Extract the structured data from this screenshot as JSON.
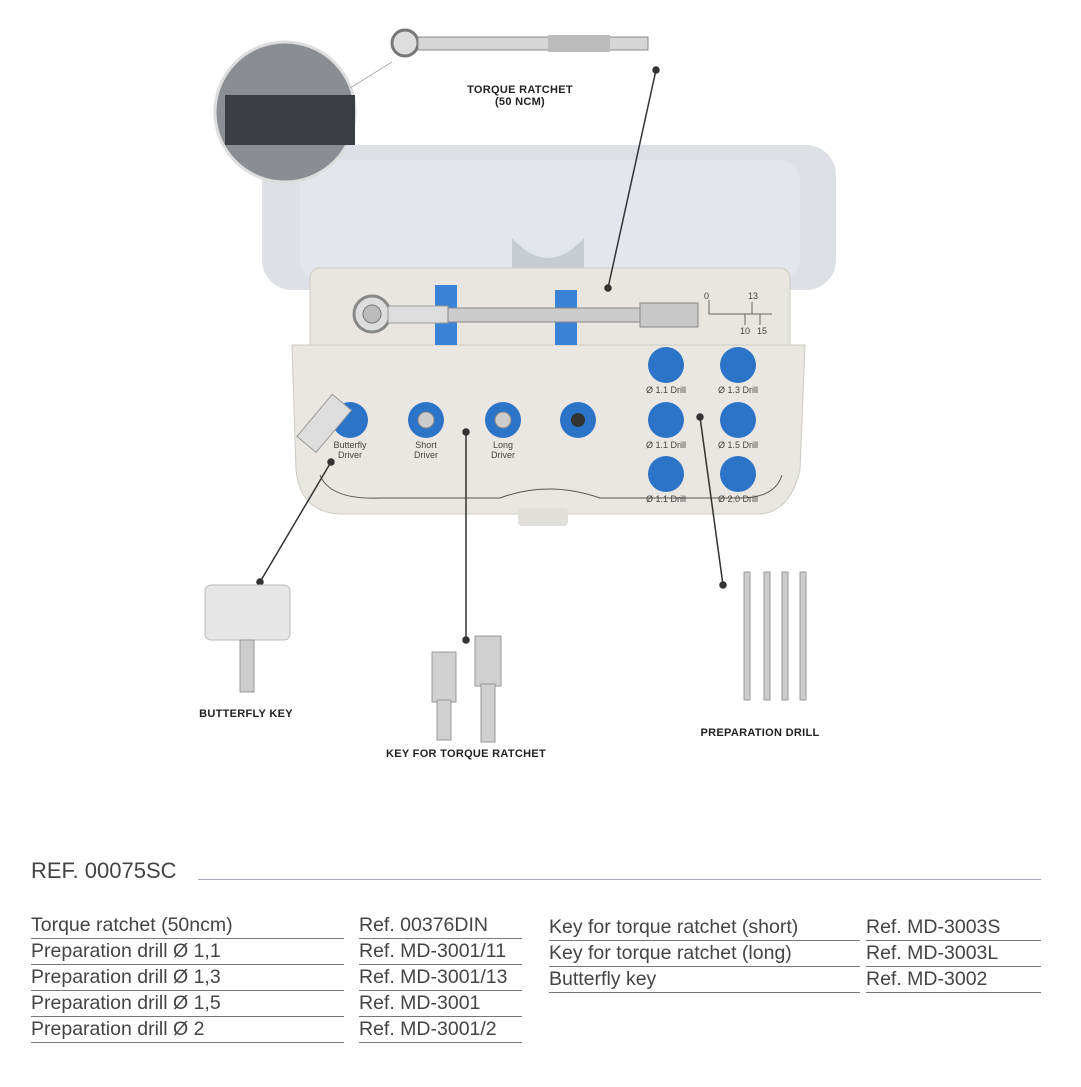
{
  "callouts": {
    "torque_ratchet": [
      "TORQUE RATCHET",
      "(50 NCM)"
    ],
    "butterfly_key": "BUTTERFLY KEY",
    "key_for_torque_ratchet": "KEY FOR TORQUE RATCHET",
    "preparation_drill": "PREPARATION DRILL"
  },
  "tray": {
    "scale": {
      "t0": "0",
      "t13": "13",
      "t10": "10",
      "t15": "15"
    },
    "slots": [
      {
        "line1": "Butterfly",
        "line2": "Driver"
      },
      {
        "line1": "Short",
        "line2": "Driver"
      },
      {
        "line1": "Long",
        "line2": "Driver"
      }
    ],
    "drills": [
      "Ø 1.1 Drill",
      "Ø 1.3 Drill",
      "Ø 1.1 Drill",
      "Ø 1.5 Drill",
      "Ø 1.1 Drill",
      "Ø 2.0 Drill"
    ]
  },
  "ref": "REF. 00075SC",
  "table_left": [
    {
      "name": "Torque ratchet (50ncm)",
      "ref": "Ref. 00376DIN"
    },
    {
      "name": "Preparation drill Ø 1,1",
      "ref": "Ref. MD-3001/11"
    },
    {
      "name": "Preparation drill Ø 1,3",
      "ref": "Ref. MD-3001/13"
    },
    {
      "name": "Preparation drill Ø 1,5",
      "ref": "Ref. MD-3001"
    },
    {
      "name": "Preparation drill Ø 2",
      "ref": "Ref. MD-3001/2"
    }
  ],
  "table_right": [
    {
      "name": "Key for torque ratchet (short)",
      "ref": "Ref. MD-3003S"
    },
    {
      "name": "Key for torque ratchet (long)",
      "ref": "Ref. MD-3003L"
    },
    {
      "name": "Butterfly key",
      "ref": "Ref. MD-3002"
    }
  ],
  "colors": {
    "blue": "#2b74c7",
    "tray": "#e9e6e1",
    "lid": "#c9cdd3"
  }
}
